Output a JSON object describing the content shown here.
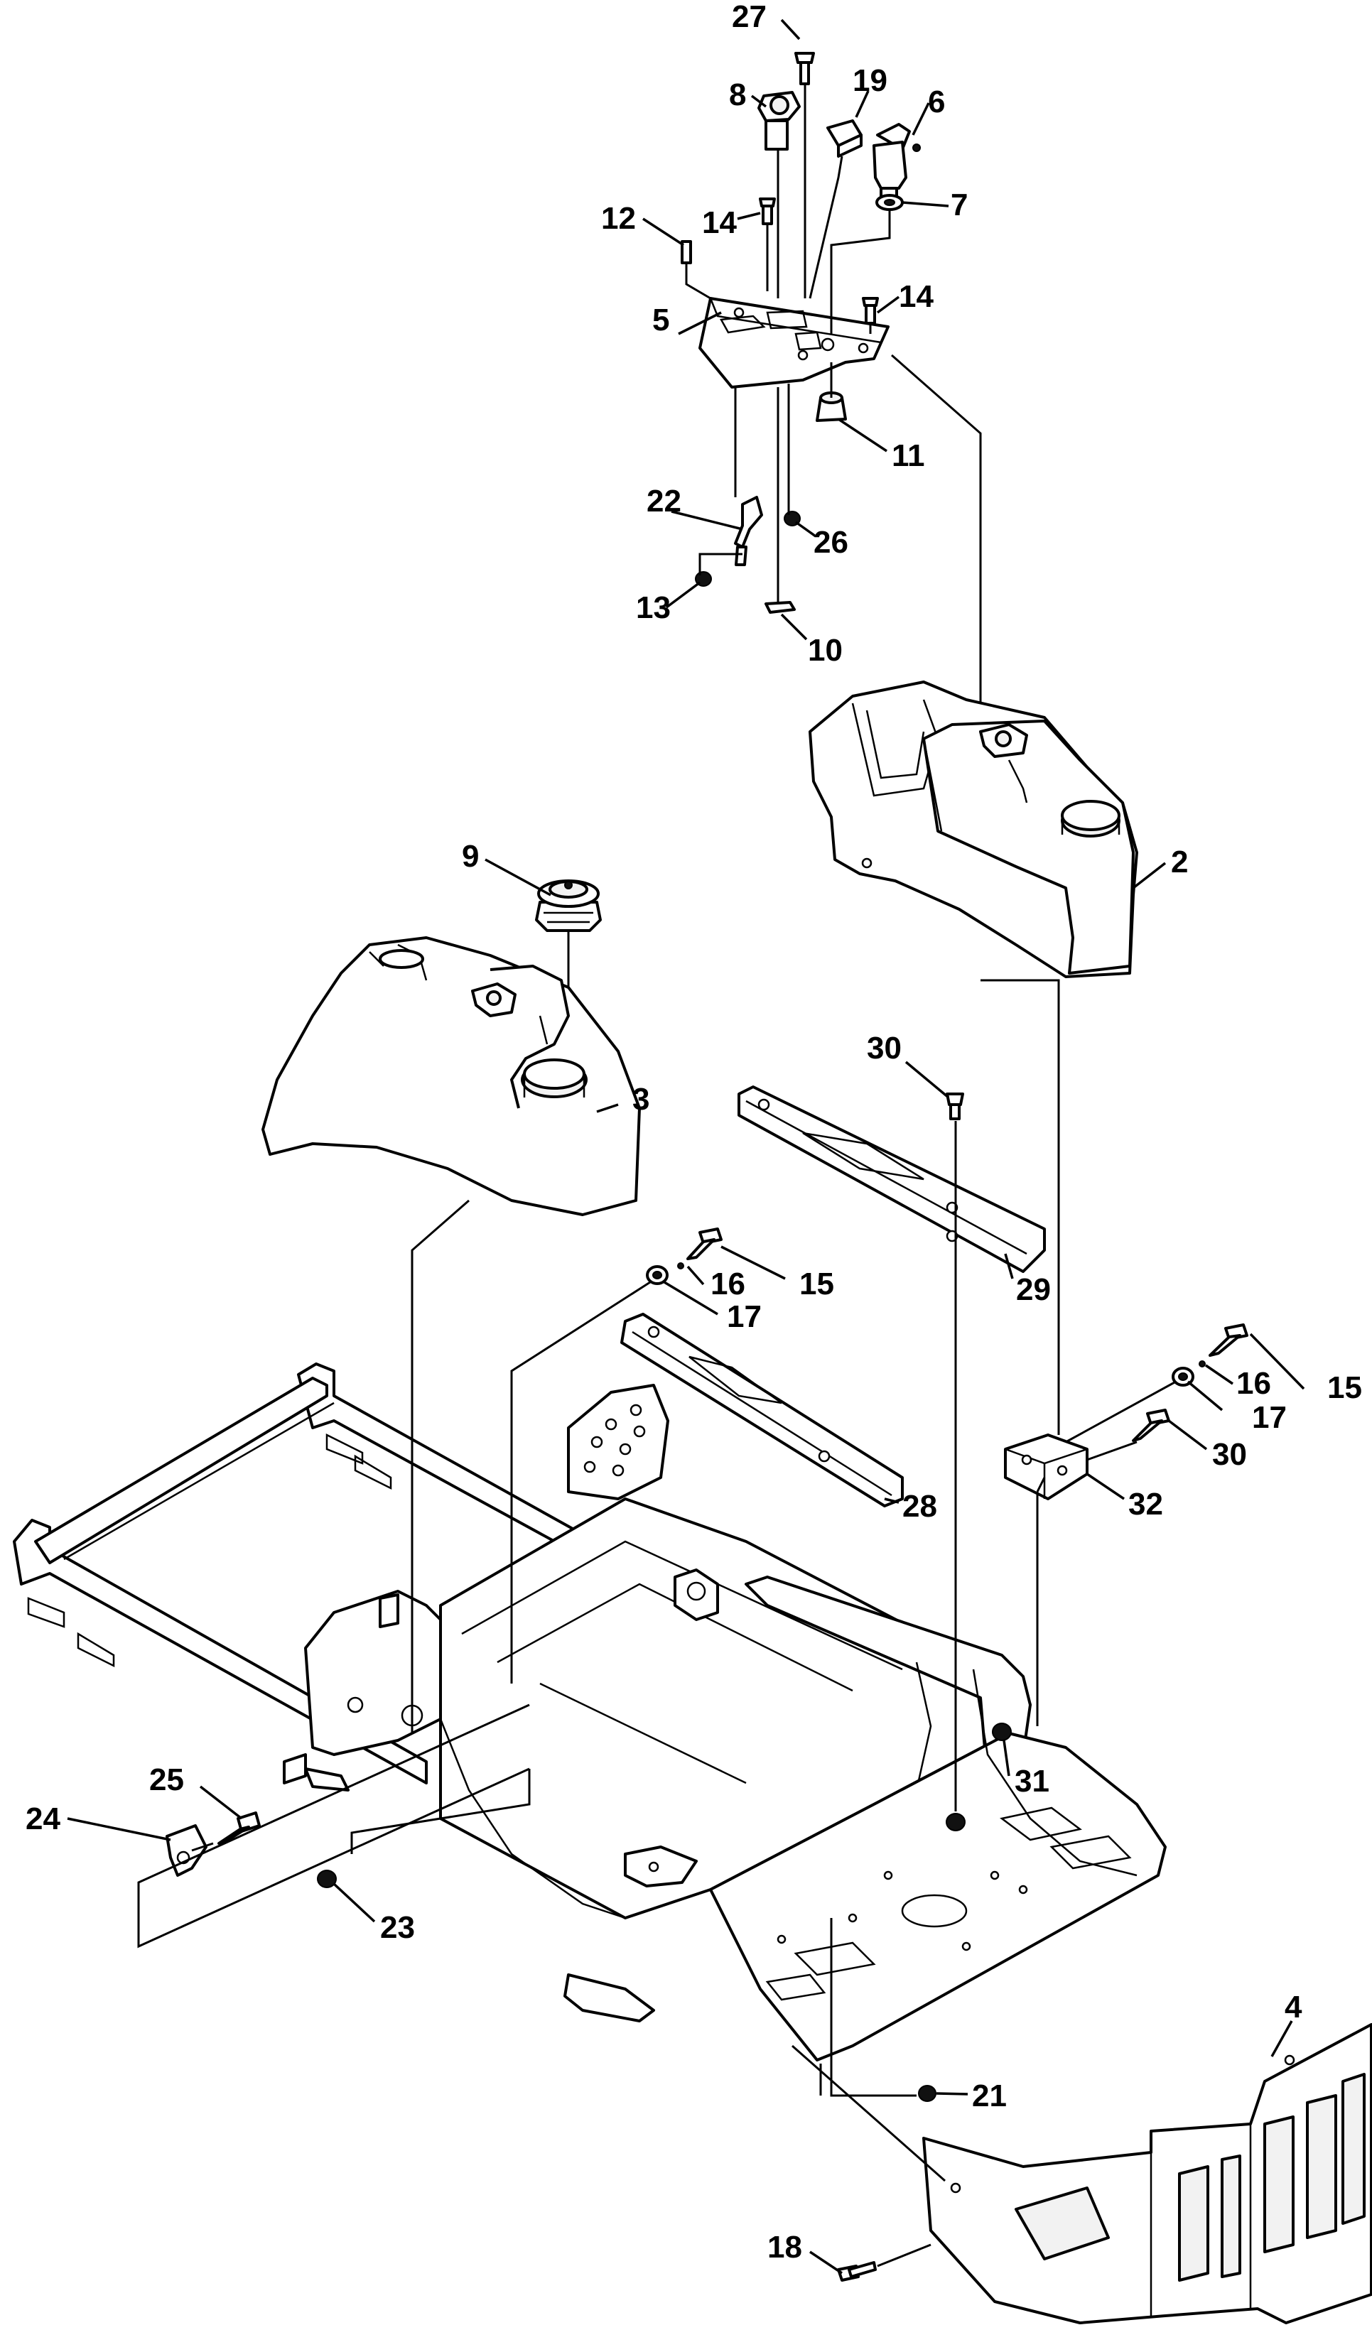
{
  "callouts": {
    "c1": "27",
    "c2": "8",
    "c3": "19",
    "c4": "6",
    "c5": "7",
    "c6": "12",
    "c7": "14",
    "c8": "14",
    "c9": "5",
    "c10": "11",
    "c11": "22",
    "c12": "26",
    "c13": "13",
    "c14": "10",
    "c15": "2",
    "c16": "9",
    "c17": "3",
    "c18": "30",
    "c19": "29",
    "c20": "16",
    "c21": "15",
    "c22": "17",
    "c23": "16",
    "c24": "15",
    "c25": "17",
    "c26": "30",
    "c27": "28",
    "c28": "32",
    "c29": "25",
    "c30": "24",
    "c31": "31",
    "c32": "23",
    "c33": "4",
    "c34": "21",
    "c35": "18"
  },
  "colors": {
    "line": "#000000",
    "background": "#ffffff"
  }
}
